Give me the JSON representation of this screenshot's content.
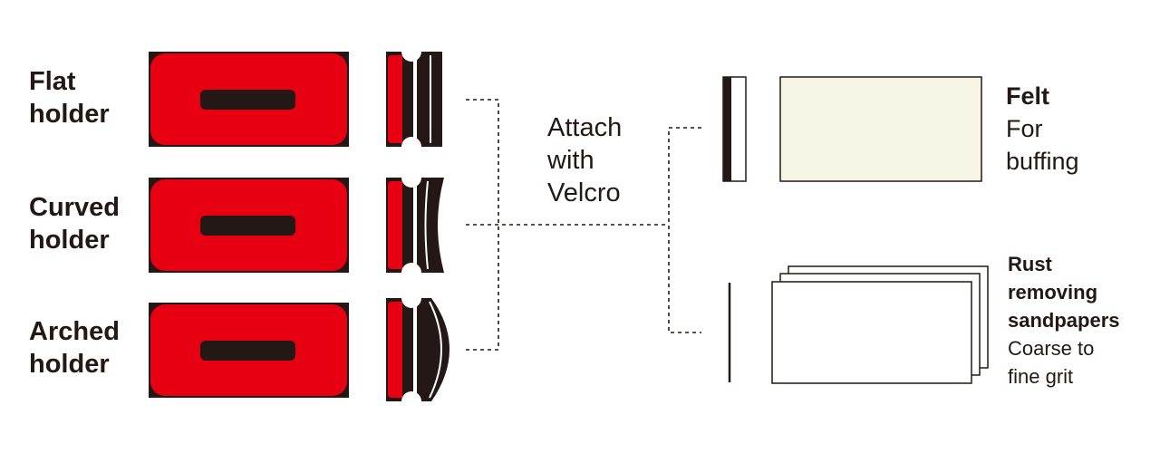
{
  "holders": [
    {
      "label": "Flat\nholder"
    },
    {
      "label": "Curved\nholder"
    },
    {
      "label": "Arched\nholder"
    }
  ],
  "connector": {
    "label": "Attach\nwith\nVelcro"
  },
  "attachments": {
    "felt": {
      "title": "Felt",
      "description": "For\nbuffing"
    },
    "sandpaper": {
      "title": "Rust\nremoving\nsandpapers",
      "description": "Coarse to\nfine grit"
    }
  },
  "colors": {
    "holder_red": "#e60012",
    "holder_dark": "#231815",
    "felt_fill": "#f7f5e6",
    "line": "#231815"
  }
}
